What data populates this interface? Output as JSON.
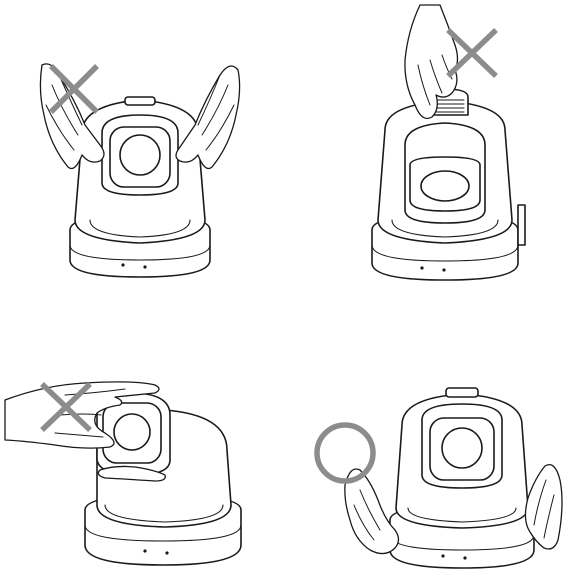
{
  "panels": [
    {
      "id": "top-left",
      "mark": "cross",
      "mark_color": "#8c8c8c",
      "description_icon": "cross-icon"
    },
    {
      "id": "top-right",
      "mark": "cross",
      "mark_color": "#8c8c8c",
      "description_icon": "cross-icon"
    },
    {
      "id": "bottom-left",
      "mark": "cross",
      "mark_color": "#8c8c8c",
      "description_icon": "cross-icon"
    },
    {
      "id": "bottom-right",
      "mark": "circle",
      "mark_color": "#8c8c8c",
      "description_icon": "circle-icon"
    }
  ]
}
